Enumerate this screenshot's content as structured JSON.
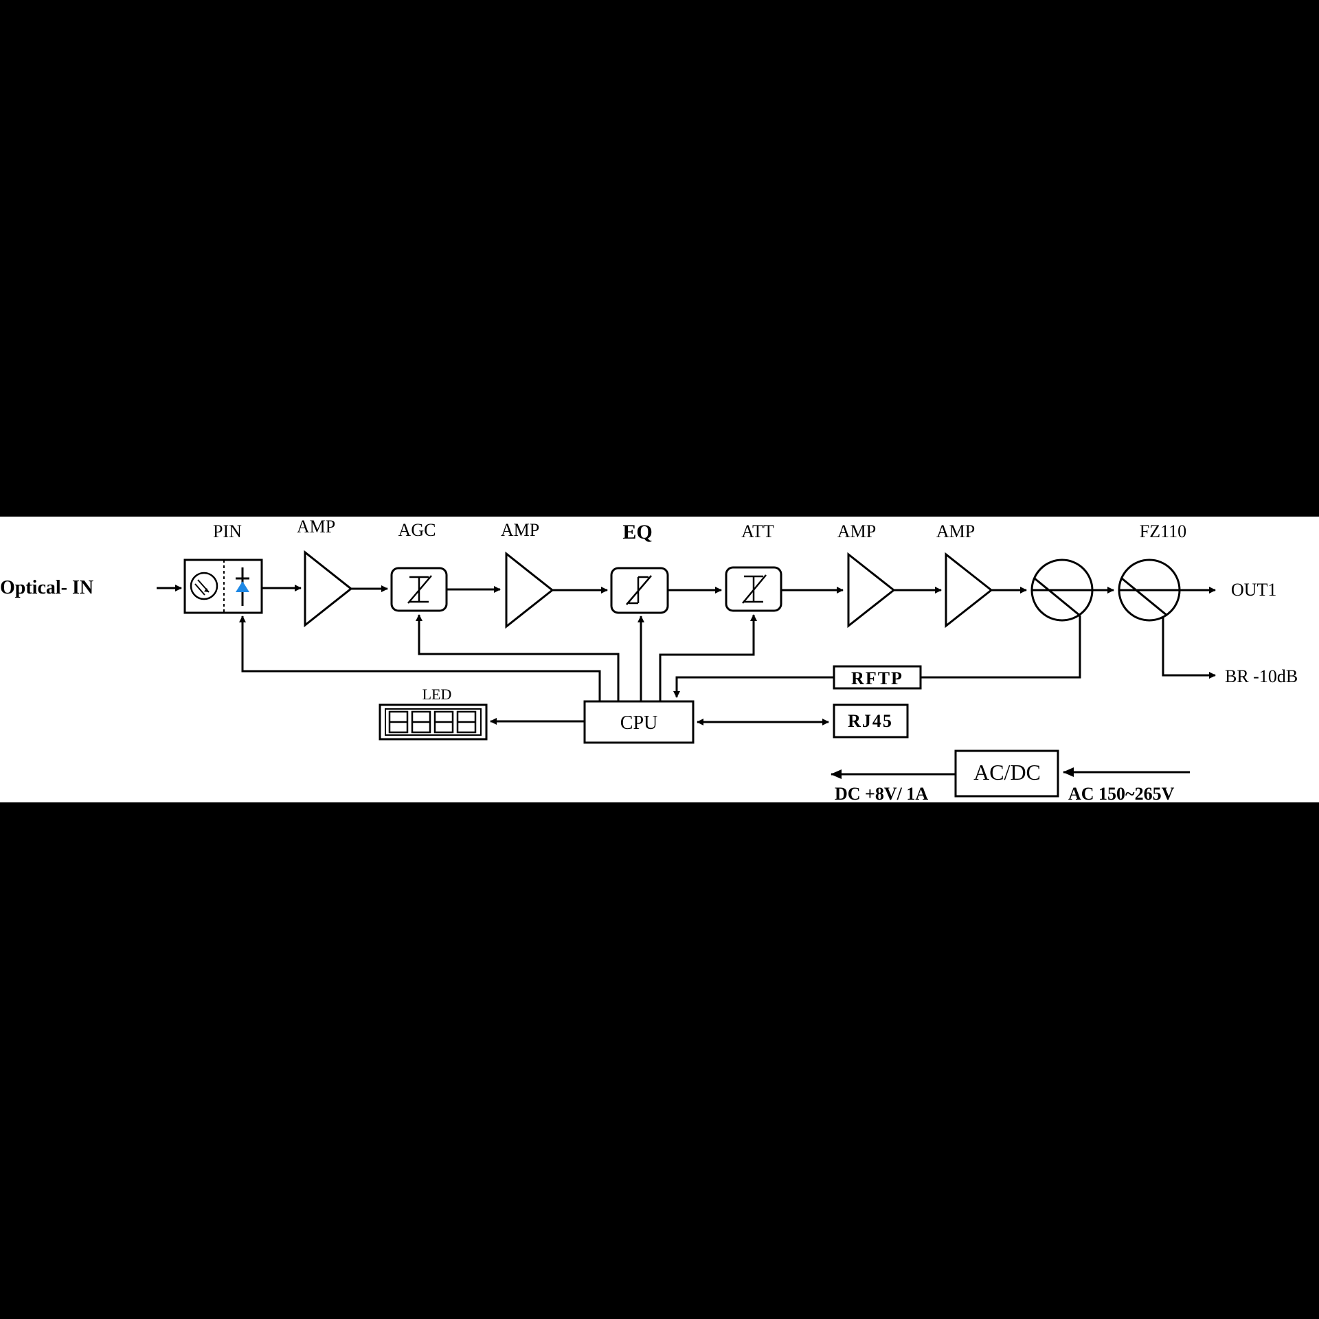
{
  "labels": {
    "optical_in": "Optical- IN",
    "pin": "PIN",
    "amp1": "AMP",
    "agc": "AGC",
    "amp2": "AMP",
    "eq": "EQ",
    "att": "ATT",
    "amp3": "AMP",
    "amp4": "AMP",
    "fz110": "FZ110",
    "out1": "OUT1",
    "br": "BR -10dB",
    "rftp": "RFTP",
    "led": "LED",
    "cpu": "CPU",
    "rj45": "RJ45",
    "acdc": "AC/DC",
    "dc_out": "DC +8V/ 1A",
    "ac_in": "AC 150~265V"
  },
  "colors": {
    "page_bg": "#000000",
    "diagram_bg": "#ffffff",
    "line": "#000000",
    "diode_accent": "#1e88e5"
  },
  "icons": {
    "pin": "photodiode-icon",
    "amp": "amplifier-triangle-icon",
    "agc": "variable-attenuator-icon",
    "eq": "equalizer-icon",
    "att": "variable-attenuator-icon",
    "coupler": "directional-coupler-icon",
    "led": "seven-segment-display-icon"
  }
}
